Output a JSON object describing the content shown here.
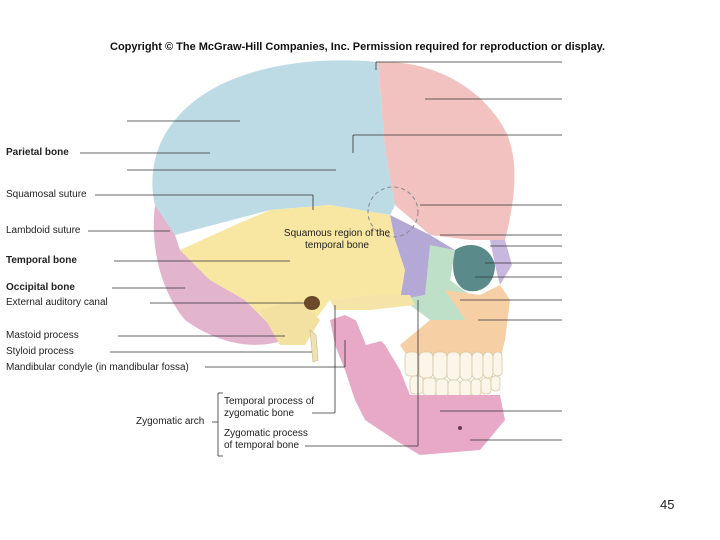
{
  "copyright": "Copyright © The McGraw-Hill Companies, Inc. Permission required for reproduction or display.",
  "labels": {
    "parietal": "Parietal bone",
    "squamosal": "Squamosal suture",
    "lambdoid": "Lambdoid suture",
    "temporal": "Temporal bone",
    "occipital": "Occipital bone",
    "auditory": "External auditory canal",
    "mastoid": "Mastoid process",
    "styloid": "Styloid process",
    "condyle": "Mandibular condyle (in mandibular fossa)",
    "zygomatic_arch": "Zygomatic arch",
    "temporal_process": "Temporal process of zygomatic bone",
    "zygomatic_process": "Zygomatic process of temporal bone",
    "squamous_region": "Squamous region of the temporal bone"
  },
  "slide_number": "45",
  "bone_colors": {
    "parietal": "#bcdbe4",
    "frontal": "#f2c2c0",
    "temporal": "#f7e7a3",
    "occipital": "#e3b5cd",
    "sphenoid": "#b4a9d6",
    "zygomatic": "#bfe0c8",
    "maxilla": "#f7cfa5",
    "mandible": "#e8a9c6",
    "teeth": "#fbf6e9"
  }
}
